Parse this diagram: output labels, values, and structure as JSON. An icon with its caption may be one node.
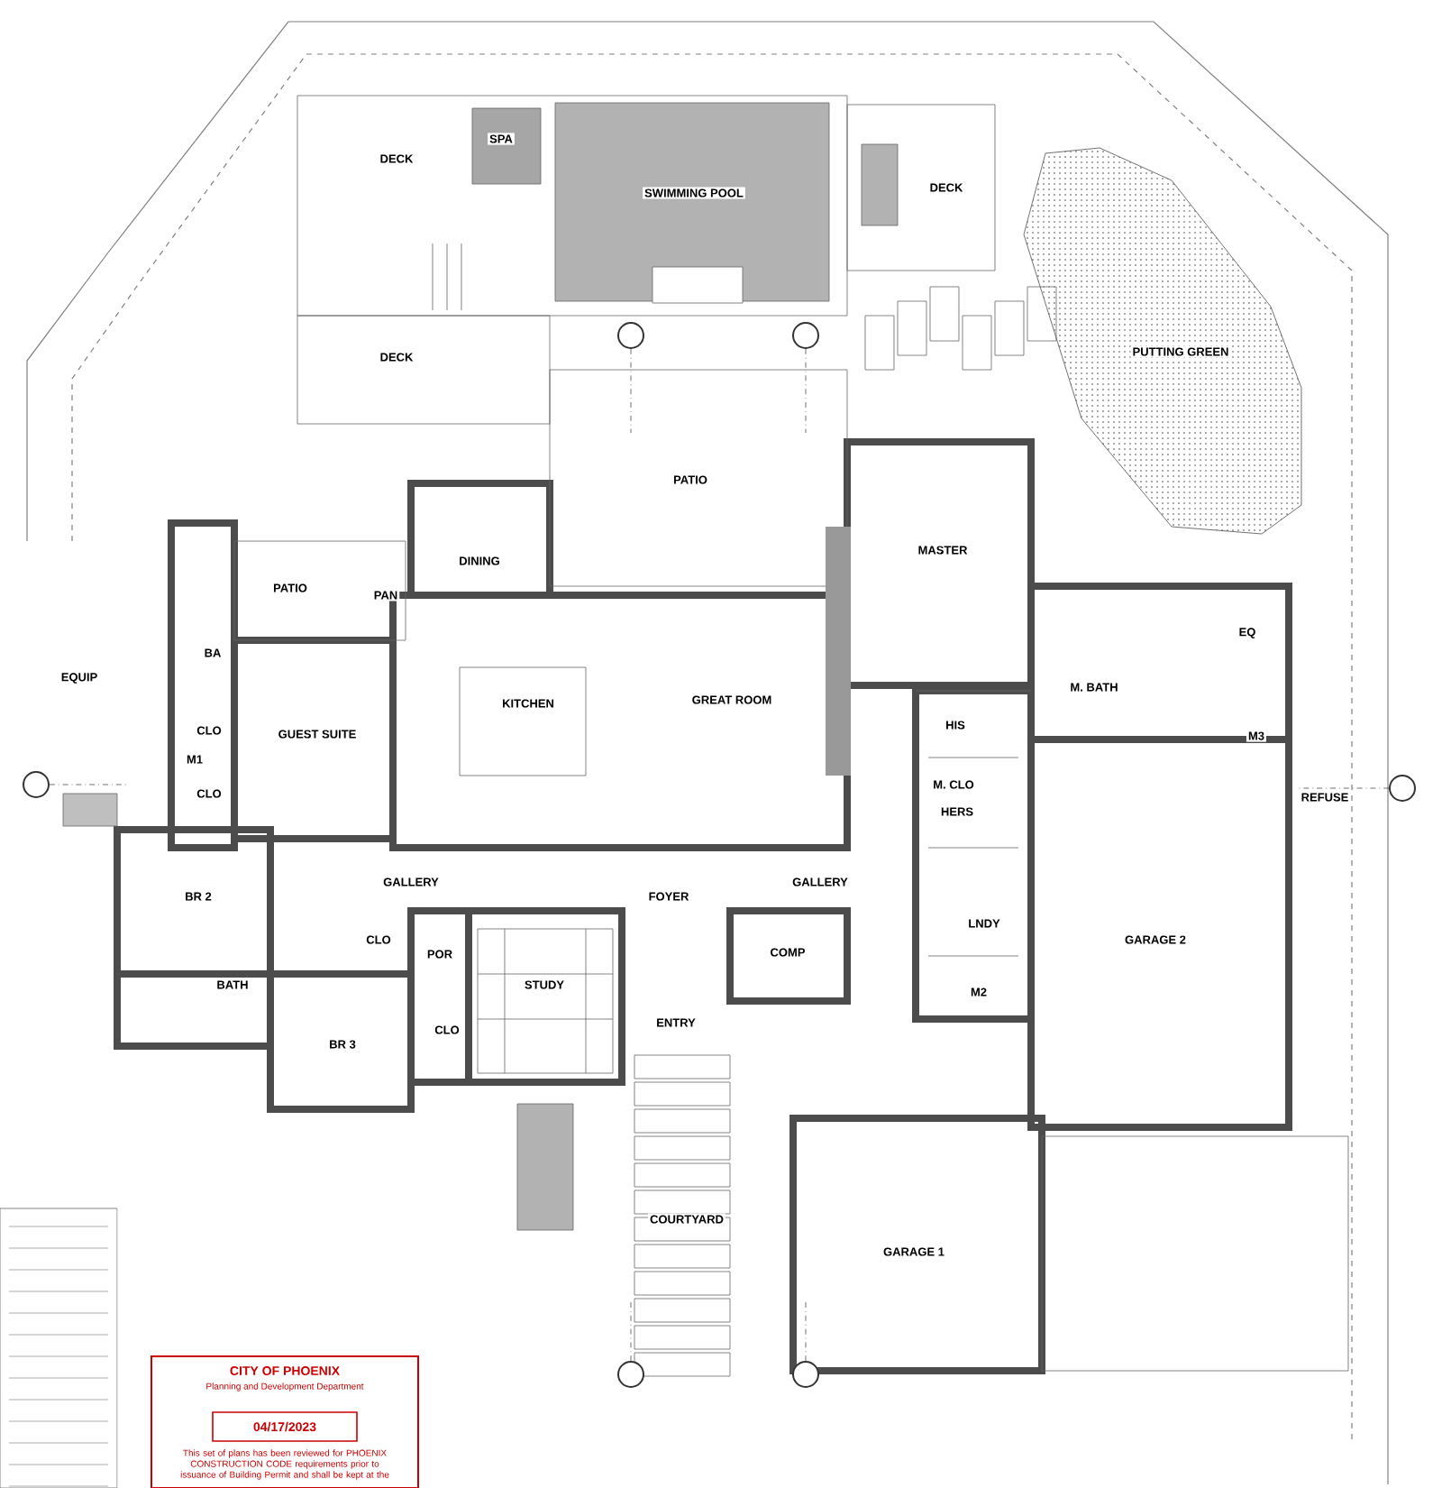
{
  "diagram": {
    "labels": [
      "SPA",
      "DECK",
      "SWIMMING POOL",
      "DECK",
      "DECK",
      "PUTTING GREEN",
      "PATIO",
      "DINING",
      "PATIO",
      "PAN",
      "MASTER",
      "EQ",
      "BA",
      "M. BATH",
      "EQUIP",
      "KITCHEN",
      "GREAT ROOM",
      "GUEST SUITE",
      "CLO",
      "HIS",
      "M3",
      "M1",
      "M. CLO",
      "CLO",
      "REFUSE",
      "HERS",
      "GALLERY",
      "FOYER",
      "GALLERY",
      "BR 2",
      "LNDY",
      "GARAGE 2",
      "CLO",
      "COMP",
      "POR",
      "STUDY",
      "BATH",
      "M2",
      "ENTRY",
      "CLO",
      "BR 3",
      "COURTYARD",
      "GARAGE 1",
      "CITY OF PHOENIX",
      "Planning and Development Department",
      "04/17/2023",
      "This set of plans has been reviewed for PHOENIX CONSTRUCTION CODE requirements prior to issuance of Building Permit and shall be kept at the"
    ]
  }
}
